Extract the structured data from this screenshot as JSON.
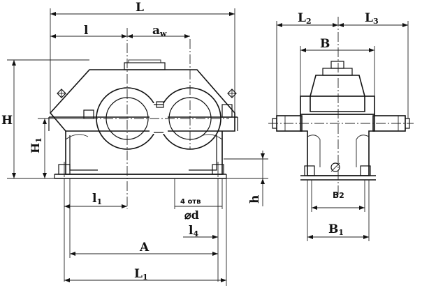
{
  "labels": {
    "L": "L",
    "l": "l",
    "aw": "a",
    "aw_sub": "w",
    "H": "H",
    "H1": "H",
    "H1_sub": "1",
    "l1": "l",
    "l1_sub": "1",
    "holes": "4 отв",
    "d": "⌀d",
    "l4": "l",
    "l4_sub": "4",
    "h": "h",
    "A": "A",
    "L1": "L",
    "L1_sub": "1",
    "L2": "L",
    "L2_sub": "2",
    "L3": "L",
    "L3_sub": "3",
    "B": "B",
    "B2": "B",
    "B2_sub": "2",
    "B1": "B",
    "B1_sub": "1"
  }
}
